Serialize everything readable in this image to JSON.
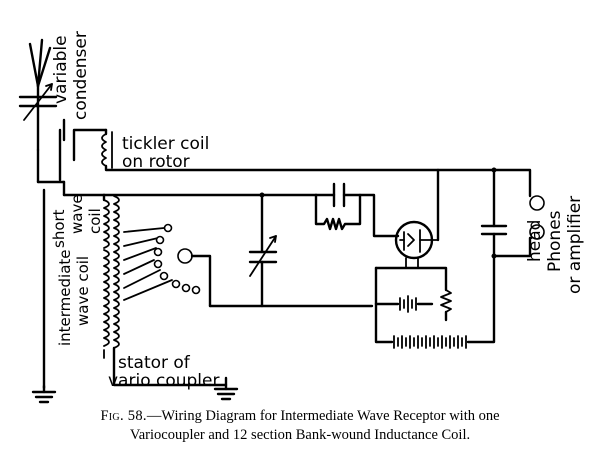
{
  "diagram": {
    "labels": {
      "variable_condenser_1": "variable",
      "variable_condenser_2": "condenser",
      "tickler_1": "tickler coil",
      "tickler_2": "on rotor",
      "short_1": "short",
      "short_2": "wave",
      "short_3": "coil",
      "inter_1": "intermediate",
      "inter_2": "wave coil",
      "stator_1": "stator of",
      "stator_2": "vario coupler",
      "head_1": "head",
      "head_2": "Phones",
      "amp": "or amplifier"
    }
  },
  "caption": {
    "fig_label": "Fig. 58.",
    "line1": "—Wiring Diagram for Intermediate Wave Receptor with one",
    "line2": "Variocoupler and 12 section Bank-wound Inductance Coil."
  }
}
